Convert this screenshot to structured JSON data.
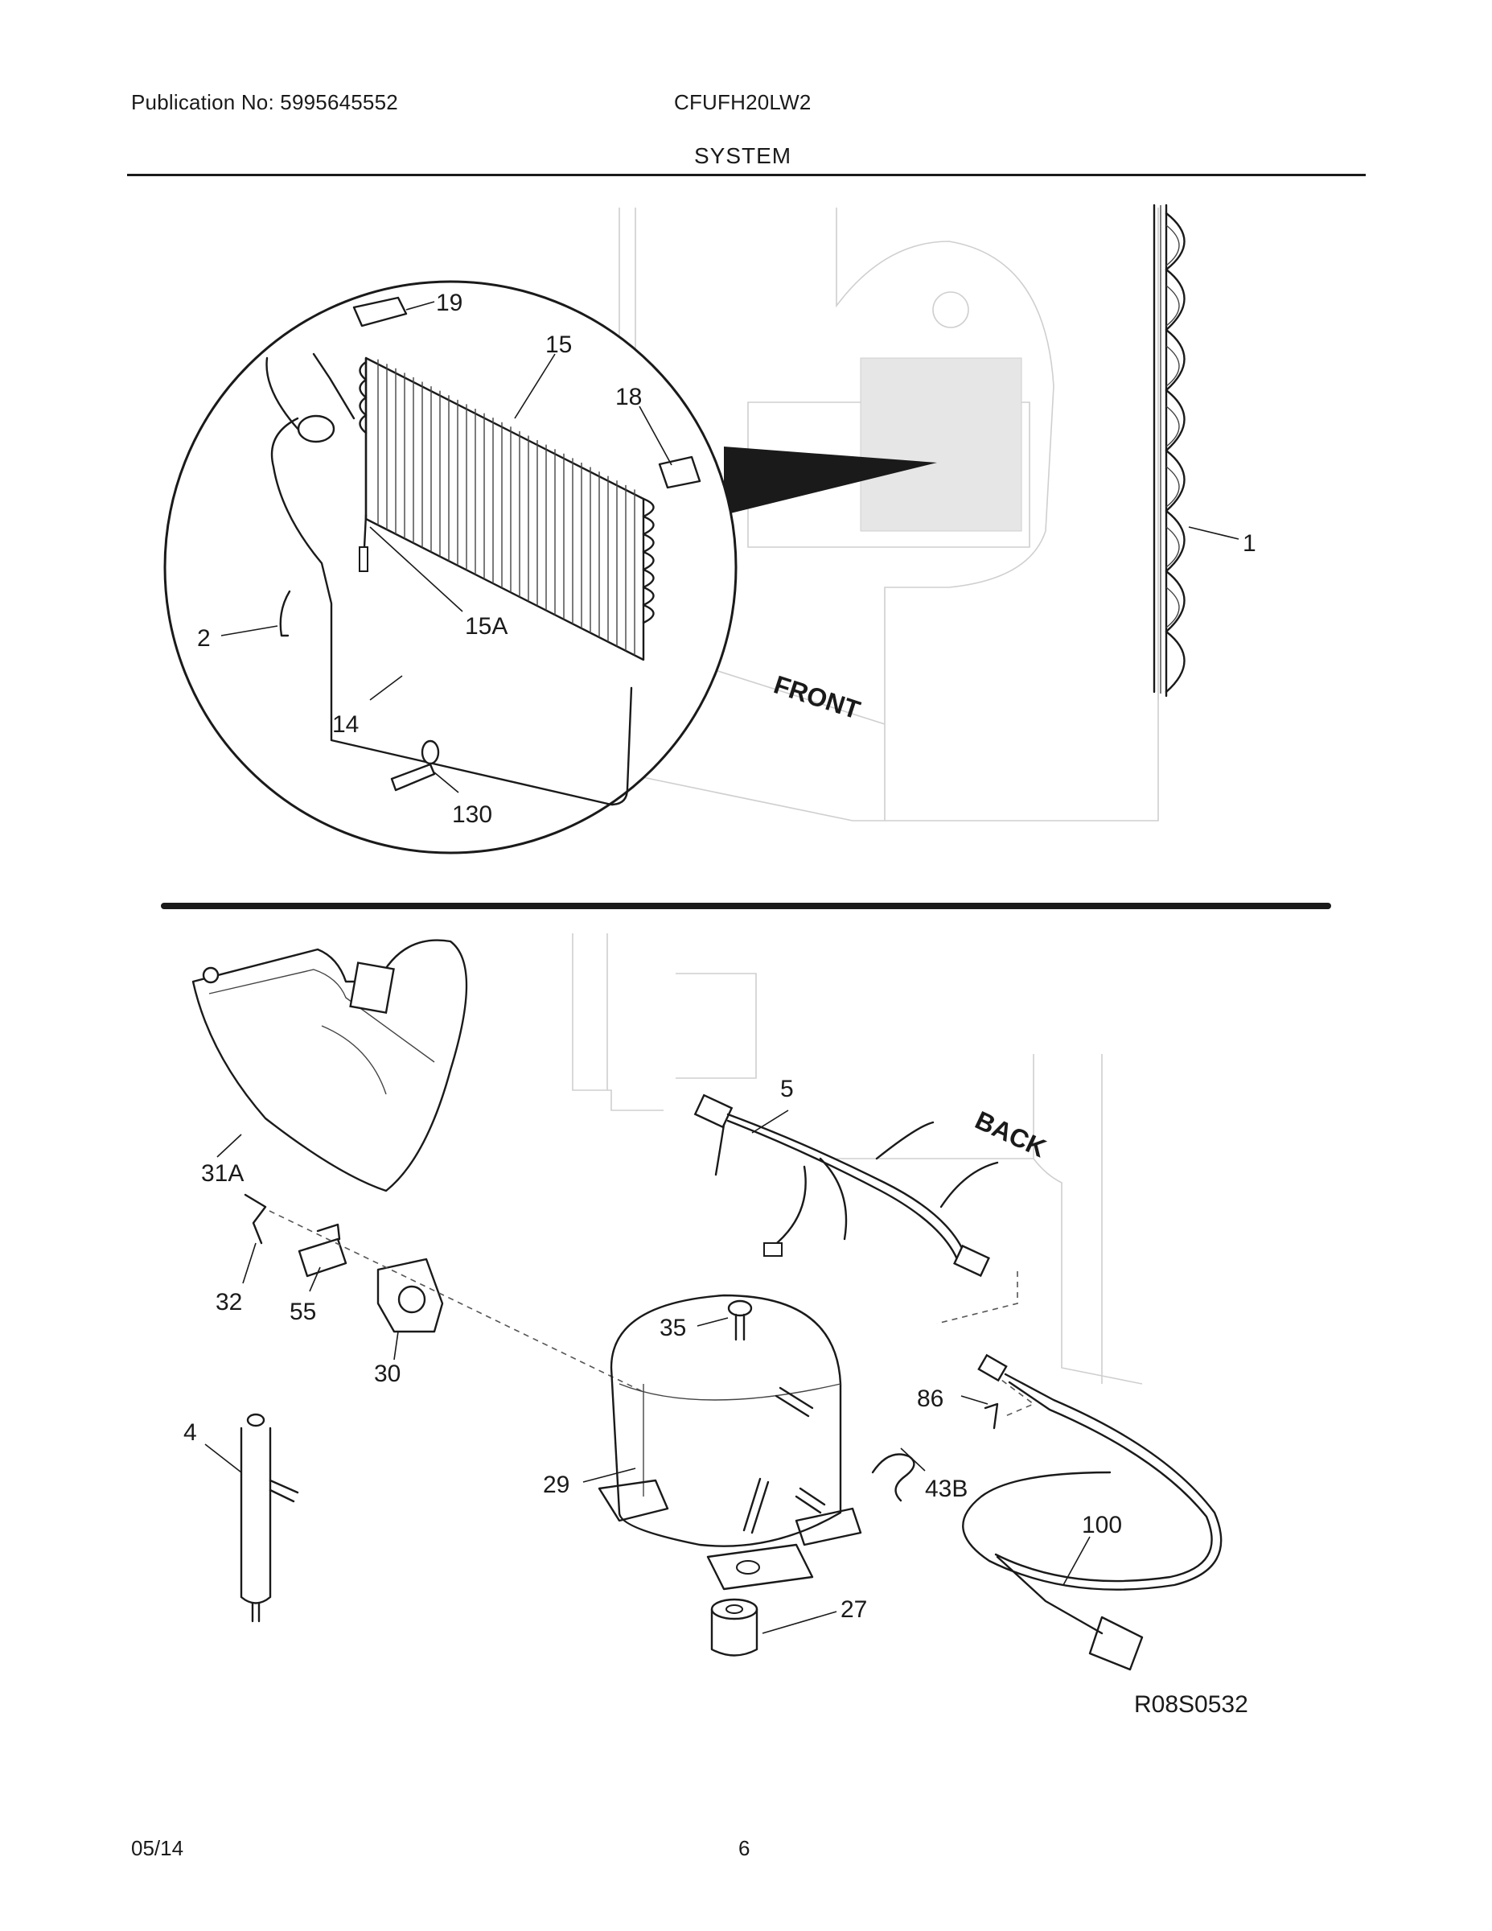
{
  "header": {
    "publication": "Publication No: 5995645552",
    "model": "CFUFH20LW2",
    "section": "SYSTEM"
  },
  "diagram": {
    "top_labels": {
      "part_19": "19",
      "part_15": "15",
      "part_18": "18",
      "part_1": "1",
      "part_2": "2",
      "part_15a": "15A",
      "part_14": "14",
      "part_130": "130",
      "front_text": "FRONT"
    },
    "bottom_labels": {
      "part_31a": "31A",
      "part_5": "5",
      "back_text": "BACK",
      "part_32": "32",
      "part_55": "55",
      "part_30": "30",
      "part_35": "35",
      "part_86": "86",
      "part_4": "4",
      "part_29": "29",
      "part_43b": "43B",
      "part_100": "100",
      "part_27": "27",
      "drawing_code": "R08S0532"
    }
  },
  "footer": {
    "date": "05/14",
    "page": "6"
  }
}
